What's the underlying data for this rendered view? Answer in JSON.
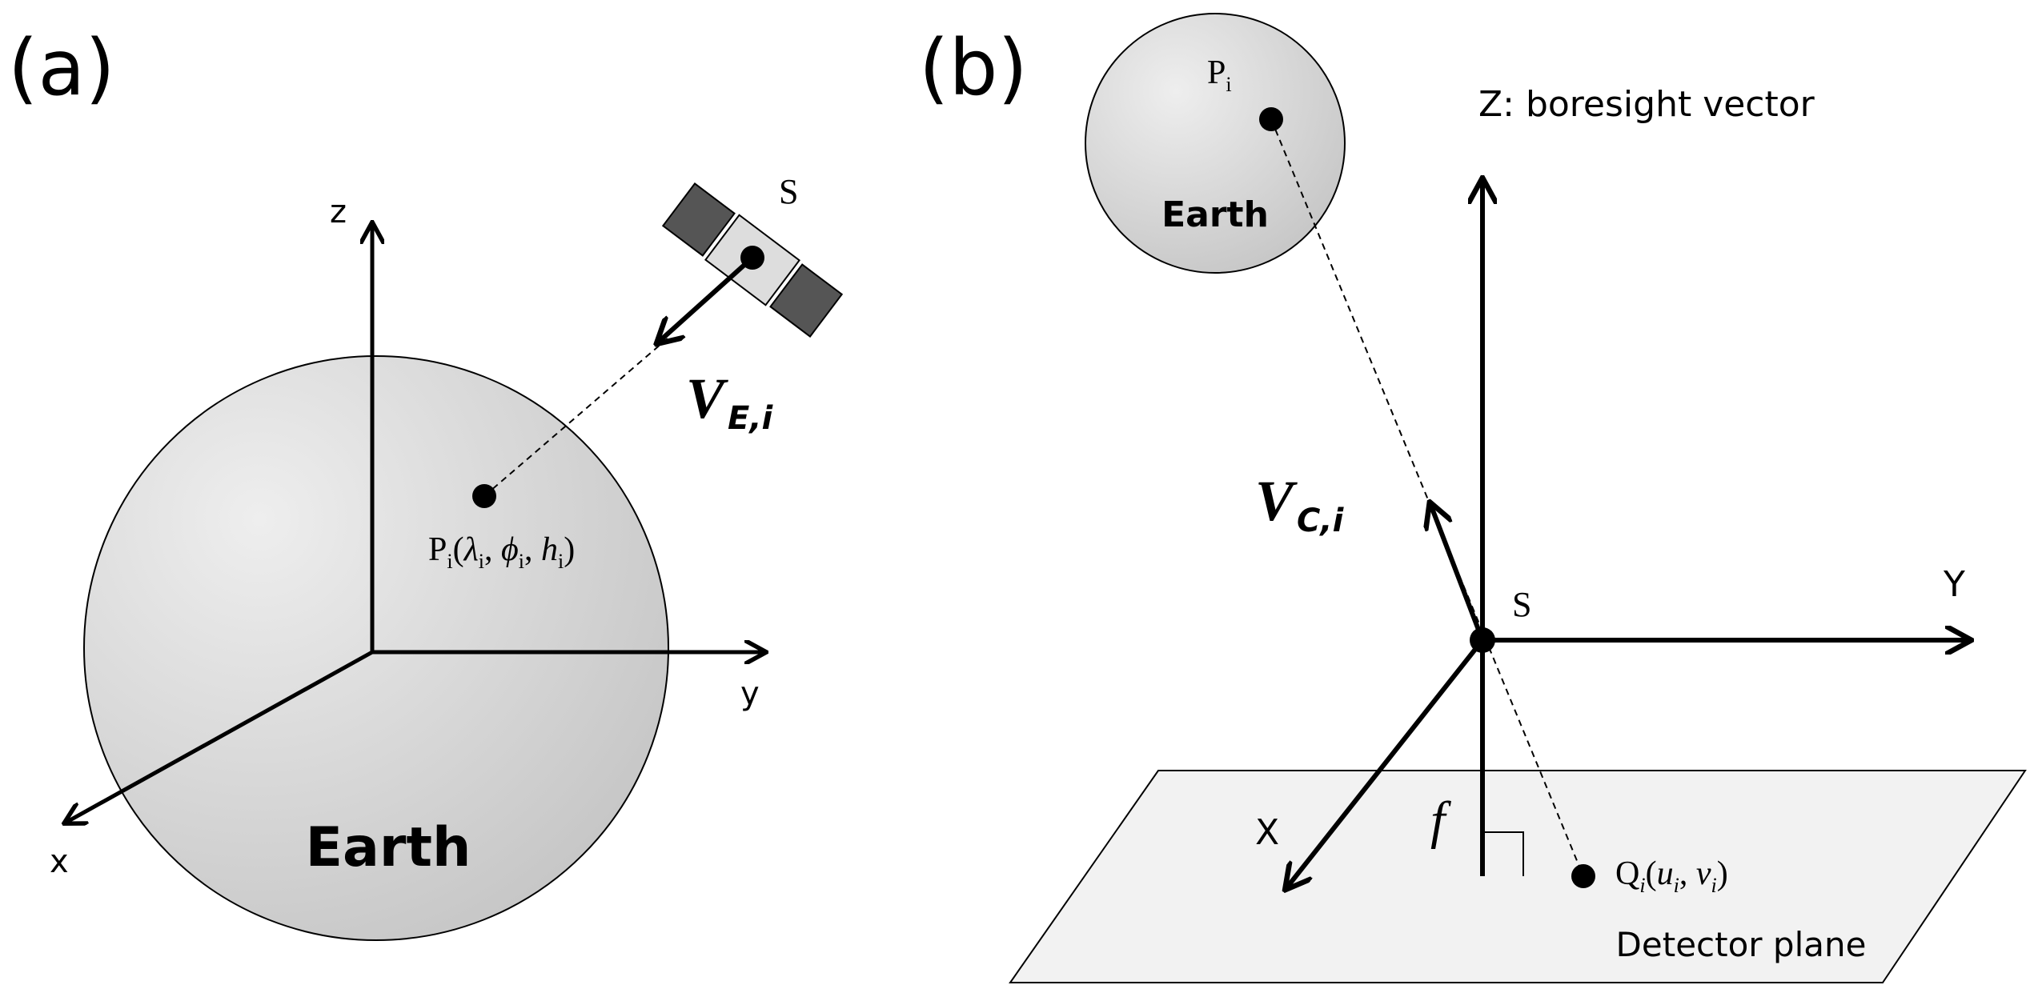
{
  "panel_a": {
    "label": "(a)",
    "earth_label": "Earth",
    "axis_z": "z",
    "axis_y": "y",
    "axis_x": "x",
    "satellite_label": "S",
    "vector_main": "V",
    "vector_sub": "E,i",
    "point": {
      "name": "P",
      "sub": "i",
      "open": "(",
      "lambda": "λ",
      "lambda_sub": "i",
      "sep1": ", ",
      "phi": "ϕ",
      "phi_sub": "i",
      "sep2": ", ",
      "h": "h",
      "h_sub": "i",
      "close": ")"
    }
  },
  "panel_b": {
    "label": "(b)",
    "earth_label": "Earth",
    "point_name": "P",
    "point_sub": "i",
    "boresight_label": "Z: boresight vector",
    "axis_y": "Y",
    "axis_x": "X",
    "origin_label": "S",
    "vector_main": "V",
    "vector_sub": "C,i",
    "focal_label": "f",
    "q": {
      "name": "Q",
      "sub": "i",
      "open": "(",
      "u": "u",
      "u_sub": "i",
      "sep": ", ",
      "v": "v",
      "v_sub": "i",
      "close": ")"
    },
    "detector_label": "Detector plane"
  },
  "colors": {
    "earth_light": "#eeeeee",
    "earth_dark": "#c4c4c4",
    "panel_dark": "#555555",
    "body_light": "#dddddd",
    "detector_fill": "#f2f2f2",
    "line": "#000000"
  }
}
